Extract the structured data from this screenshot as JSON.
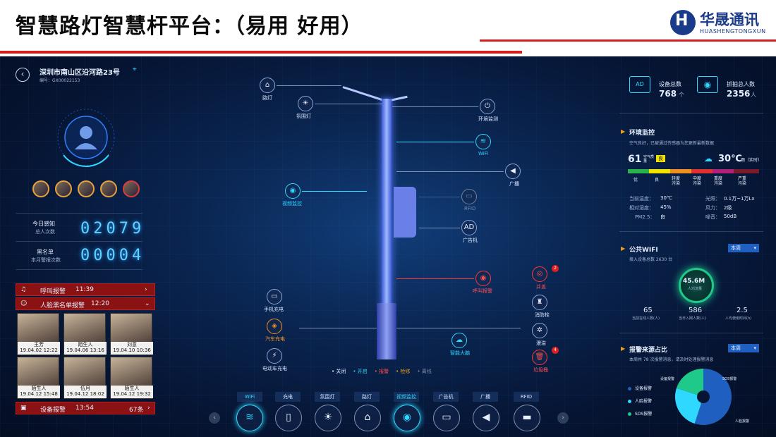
{
  "header": {
    "title": "智慧路灯智慧杆平台：（易用 好用）",
    "logo_cn": "华晟通讯",
    "logo_en": "HUASHENGTONGXUN"
  },
  "location": {
    "address": "深圳市南山区沿河路23号",
    "code": "编号：GX00022153"
  },
  "stats": {
    "today_label": "今日感知",
    "today_sub": "总人次数",
    "today_value": "02079",
    "black_label": "黑名单",
    "black_sub": "本月警报次数",
    "black_value": "00004"
  },
  "alarms": {
    "call": {
      "label": "呼叫报警",
      "time": "11:39"
    },
    "face": {
      "label": "人脸黑名单报警",
      "time": "12:20"
    },
    "device": {
      "label": "设备报警",
      "time": "13:54",
      "count": "67条"
    }
  },
  "faces": [
    {
      "name": "王芳",
      "date": "19.04.02 12:22"
    },
    {
      "name": "陌生人",
      "date": "19.04.06 13:16"
    },
    {
      "name": "刘意",
      "date": "19.04.10 10:36"
    },
    {
      "name": "陌生人",
      "date": "19.04.12 15:48"
    },
    {
      "name": "伍月",
      "date": "19.04.12 18:02"
    },
    {
      "name": "陌生人",
      "date": "19.04.12 19:32"
    }
  ],
  "pole_labels": {
    "lamp": "路灯",
    "ambient": "氛围灯",
    "env": "环境监测",
    "wifi": "WiFi",
    "broadcast": "广播",
    "video": "视频监控",
    "rfid": "RFID",
    "ad": "广告机",
    "call": "呼叫报警",
    "phone": "手机充电",
    "car": "汽车充电",
    "ebike": "电动车充电",
    "brain": "智能大脑",
    "well": "井盖",
    "hydrant": "消防栓",
    "flood": "漫溢",
    "bin": "垃圾桶"
  },
  "badges": {
    "well": "2",
    "bin": "4"
  },
  "legend": [
    "• 关闭",
    "• 开启",
    "• 报警",
    "• 检修",
    "• 离线"
  ],
  "tabs": [
    "WiFi",
    "充电",
    "氛围灯",
    "路灯",
    "视频监控",
    "广告机",
    "广播",
    "RFID"
  ],
  "devices": {
    "total_label": "设备总数",
    "total_value": "768",
    "total_unit": "个",
    "capture_label": "抓拍总人数",
    "capture_value": "2356",
    "capture_unit": "人"
  },
  "env": {
    "title": "环境监控",
    "desc": "空气良好，已被通过传感器为您更新最新数据",
    "aqi": "61",
    "aqi_tag": "空气质量",
    "quality": "良",
    "temp": "30℃",
    "temp_tag": "雨（实时）",
    "levels": [
      "优",
      "良",
      "轻度\n污染",
      "中度\n污染",
      "重度\n污染",
      "严重\n污染"
    ],
    "rows": [
      [
        "当前温度：",
        "30℃",
        "光照：",
        "0.1万~1万Lx"
      ],
      [
        "相对湿度：",
        "45%",
        "风力：",
        "2级"
      ],
      [
        "PM2.5：",
        "良",
        "噪音：",
        "50dB"
      ]
    ]
  },
  "wifi": {
    "title": "公共WIFI",
    "period": "本周",
    "sub": "接入设备总数 2630 台",
    "ring_value": "45.6M",
    "ring_label": "人均流量",
    "kpis": [
      {
        "value": "65",
        "label": "当前在线人数(人)"
      },
      {
        "value": "586",
        "label": "当日入网人数(人)"
      },
      {
        "value": "2.5",
        "label": "人均使用时间(h)"
      }
    ]
  },
  "source": {
    "title": "报警来源占比",
    "period": "本周",
    "desc": "本周共 78 次报警消息，请及时处理报警消息",
    "items": [
      "设备报警",
      "人脸报警",
      "SOS报警"
    ],
    "colors": [
      "#1f5fbf",
      "#2fd8ff",
      "#1ec98a"
    ],
    "pie": {
      "device": 0.55,
      "face": 0.25,
      "sos": 0.2
    }
  }
}
